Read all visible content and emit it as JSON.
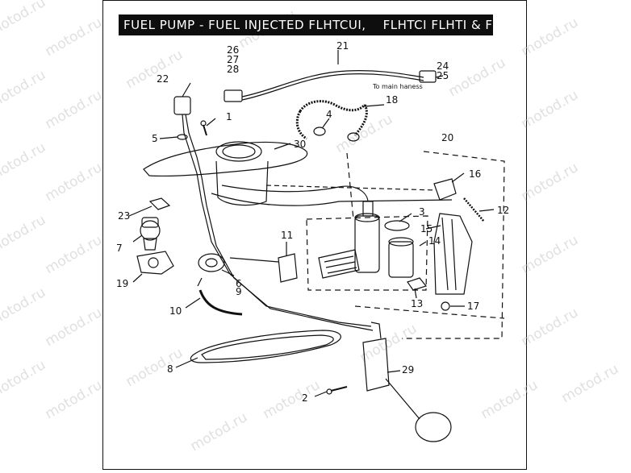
{
  "title": "FUEL PUMP - FUEL INJECTED FLHTCUI,    FLHTCI FLHTI & FL TRI",
  "watermark": "motod.ru",
  "note": "To main haness",
  "callouts": [
    "1",
    "2",
    "3",
    "4",
    "5",
    "6",
    "7",
    "8",
    "9",
    "10",
    "11",
    "12",
    "13",
    "14",
    "15",
    "16",
    "17",
    "18",
    "19",
    "20",
    "21",
    "22",
    "23",
    "24",
    "25",
    "26",
    "27",
    "28",
    "29",
    "30"
  ],
  "colors": {
    "line": "#111111",
    "title_bg": "#0e0e0e",
    "title_fg": "#ffffff",
    "watermark": "#c7c7c7"
  }
}
